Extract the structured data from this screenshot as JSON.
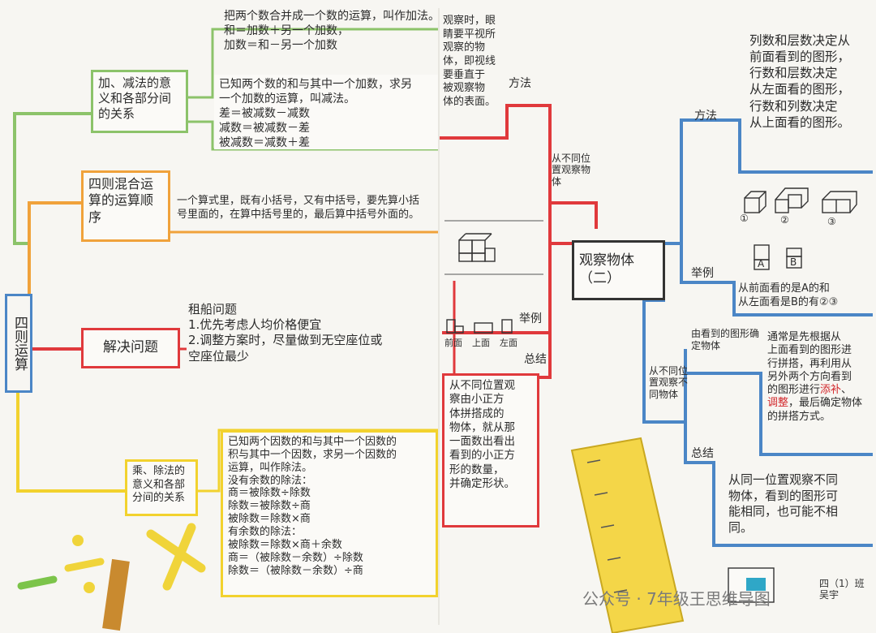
{
  "root": {
    "title": "四则运算"
  },
  "left": {
    "add_sub": {
      "node": "加、减法的意义和各部分间的关系",
      "def_lines": [
        "把两个数合并成一个数的运算，叫作加法。",
        "和＝加数＋另一个加数，",
        "加数＝和－另一个加数"
      ],
      "sub_lines": [
        "已知两个数的和与其中一个加数，求另",
        "一个加数的运算，叫减法。",
        "差＝被减数－减数",
        "减数＝被减数－差",
        "被减数＝减数＋差"
      ]
    },
    "mixed": {
      "node": "四则混合运算的运算顺序",
      "lines": [
        "一个算式里，既有小括号，又有中括号，要先算小括",
        "号里面的，在算中括号里的，最后算中括号外面的。"
      ]
    },
    "problem": {
      "node": "解决问题",
      "lines": [
        "租船问题",
        "1.优先考虑人均价格便宜",
        "2.调整方案时，尽量做到无空座位或",
        "空座位最少"
      ]
    },
    "mul_div": {
      "node": "乘、除法的意义和各部分间的关系",
      "lines": [
        "已知两个因数的和与其中一个因数的",
        "积与其中一个因数，求另一个因数的",
        "运算，叫作除法。",
        "没有余数的除法：",
        "商＝被除数÷除数",
        "除数＝被除数÷商",
        "被除数＝除数×商",
        "有余数的除法：",
        "被除数＝除数×商＋余数",
        "商＝（被除数－余数）÷除数",
        "除数＝（被除数－余数）÷商"
      ]
    }
  },
  "right": {
    "root": {
      "title": "观察物体（二）"
    },
    "branch1": {
      "label": "从不同位置观察物体"
    },
    "method_left": {
      "label": "方法",
      "lines": [
        "观察时，眼",
        "睛要平视所",
        "观察的物",
        "体，即视线",
        "要垂直于",
        "被观察物",
        "体的表面。"
      ]
    },
    "example_left": {
      "label": "举例",
      "views": [
        "前面",
        "上面",
        "左面"
      ]
    },
    "summary_left": {
      "label": "总结",
      "lines": [
        "从不同位置观",
        "察由小正方",
        "体拼搭成的",
        "物体，就从那",
        "一面数出看出",
        "看到的小正方",
        "形的数量，",
        "并确定形状。"
      ]
    },
    "branch2": {
      "label": "从不同位置观察不同物体"
    },
    "method_right": {
      "label": "方法",
      "lines": [
        "列数和层数决定从",
        "前面看到的图形，",
        "行数和层数决定",
        "从左面看的图形，",
        "行数和列数决定",
        "从上面看的图形。"
      ]
    },
    "example_right": {
      "label": "举例",
      "marks": [
        "①",
        "②",
        "③",
        "A",
        "B"
      ],
      "lines": [
        "从前面看的是A的和",
        "从左面看是B的有②③"
      ]
    },
    "restore": {
      "label": "由看到的图形确定物体",
      "lines_pre": [
        "通常是先根据从",
        "上面看到的图形进",
        "行拼搭，再利用从",
        "另外两个方向看到",
        "的图形进行"
      ],
      "red1": "添补",
      "red2": "调整",
      "lines_post": "，最后确定物体的拼搭方式。"
    },
    "summary_right": {
      "label": "总结",
      "lines": [
        "从同一位置观察不同",
        "物体，看到的图形可",
        "能相同，也可能不相",
        "同。"
      ]
    }
  },
  "watermark": "公众号 · 7年级王思维导图",
  "signature": [
    "四（1）班",
    "吴宇"
  ],
  "colors": {
    "blue": "#4b86c6",
    "red": "#e0393c",
    "green": "#8cc36a",
    "orange": "#f0a23b",
    "yellow": "#f2d22e",
    "paper": "#f7f6f2",
    "ruler": "#f4d648",
    "teal": "#2fa7c7"
  }
}
